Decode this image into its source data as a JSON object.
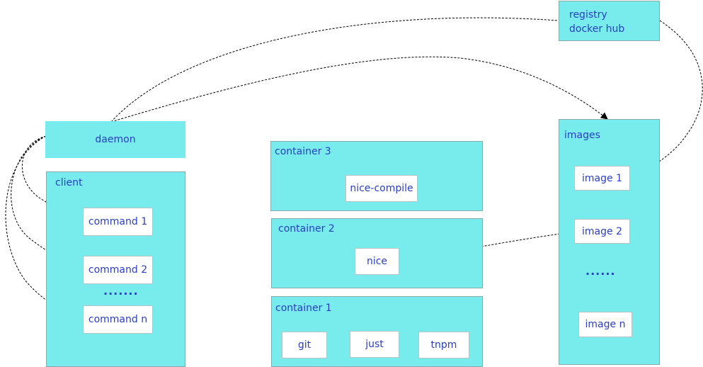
{
  "registry": {
    "line1": "registry",
    "line2": "docker hub"
  },
  "daemon": {
    "label": "daemon"
  },
  "client": {
    "label": "client",
    "commands": [
      "command 1",
      "command 2",
      "command n"
    ],
    "ellipsis": "·······"
  },
  "containers": {
    "c3": {
      "label": "container 3",
      "items": [
        "nice-compile"
      ]
    },
    "c2": {
      "label": "container 2",
      "items": [
        "nice"
      ]
    },
    "c1": {
      "label": "container 1",
      "items": [
        "git",
        "just",
        "tnpm"
      ]
    }
  },
  "images": {
    "label": "images",
    "items": [
      "image 1",
      "image 2",
      "image n"
    ],
    "ellipsis": "······"
  },
  "colors": {
    "box_fill": "#78ecec",
    "text": "#2a3ec8",
    "line": "#000000"
  }
}
